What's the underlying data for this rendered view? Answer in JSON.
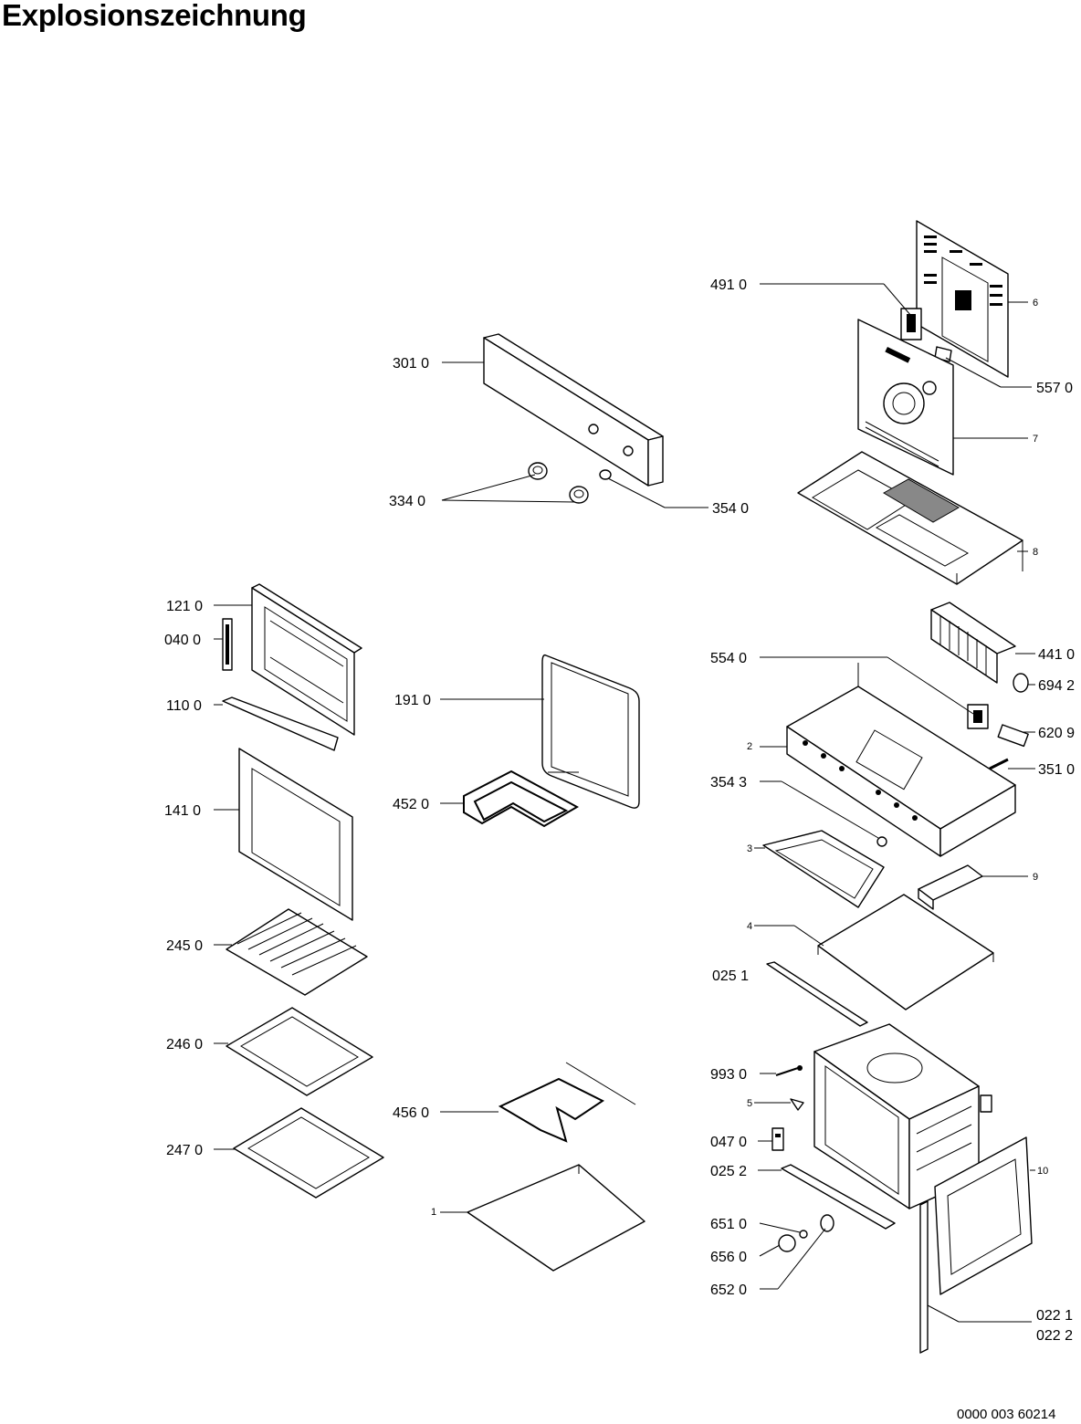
{
  "title": "Explosionszeichnung",
  "document_number": "0000 003 60214",
  "callouts": {
    "c4910": "491 0",
    "c3010": "301 0",
    "c3340": "334 0",
    "c3540": "354 0",
    "c6": "6",
    "c5570": "557 0",
    "c7": "7",
    "c8": "8",
    "c1210": "121 0",
    "c0400": "040 0",
    "c1100": "110 0",
    "c1410": "141 0",
    "c2450": "245 0",
    "c2460": "246 0",
    "c2470": "247 0",
    "c1910": "191 0",
    "c4520": "452 0",
    "c4560": "456 0",
    "c1": "1",
    "c5540": "554 0",
    "c4410": "441 0",
    "c6942": "694 2",
    "c6209": "620 9",
    "c2": "2",
    "c3510": "351 0",
    "c3543": "354 3",
    "c3": "3",
    "c9": "9",
    "c4": "4",
    "c0251": "025 1",
    "c9930": "993 0",
    "c5": "5",
    "c0470": "047 0",
    "c0252": "025 2",
    "c10": "10",
    "c6510": "651 0",
    "c6560": "656 0",
    "c6520": "652 0",
    "c0221": "022 1",
    "c0222": "022 2"
  }
}
